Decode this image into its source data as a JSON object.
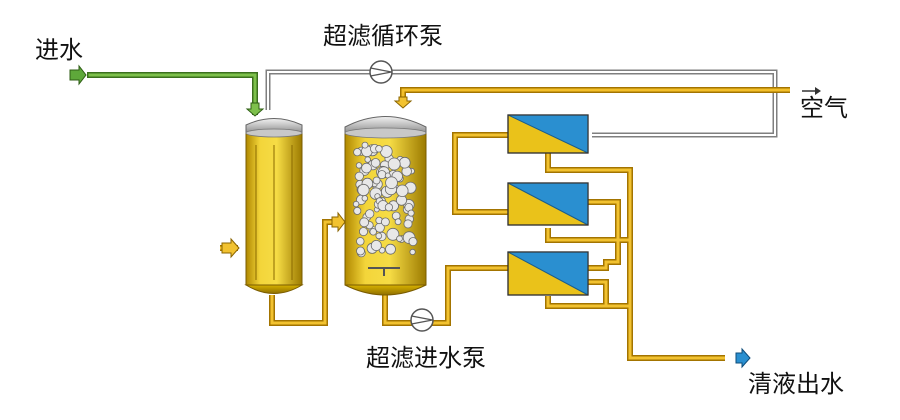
{
  "labels": {
    "inlet_water": "进水",
    "uf_circulation_pump": "超滤循环泵",
    "air": "空气",
    "uf_feed_pump": "超滤进水泵",
    "clear_effluent": "清液出水"
  },
  "colors": {
    "water_pipe": "#6aa83e",
    "process_pipe": "#e8ae1c",
    "circulation_pipe": "#9e9e9e",
    "tank_fill": "#e9c51a",
    "tank_cap": "#b9b9b9",
    "membrane_blue": "#2a8fd0",
    "membrane_yellow": "#eac21a",
    "arrow_blue": "#2a8fd0"
  },
  "icons": [
    "arrow-right-icon",
    "pump-icon",
    "bubble-icon",
    "diffuser-icon",
    "membrane-module-icon"
  ]
}
